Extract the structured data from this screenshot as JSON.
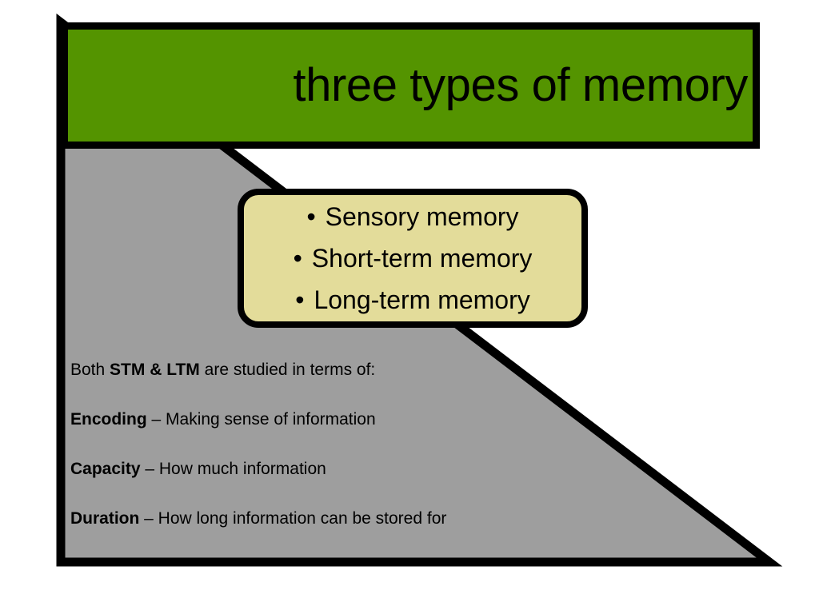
{
  "slide": {
    "background_color": "#ffffff",
    "title": "three types of memory",
    "accent_green": "#549400",
    "triangle_gray": "#9e9e9e",
    "callout_khaki": "#e3dc9a",
    "outline_black": "#000000"
  },
  "callout": {
    "bullet_glyph": "•",
    "items": [
      "Sensory memory",
      "Short-term memory",
      "Long-term memory"
    ]
  },
  "body": {
    "lines": [
      {
        "lead": "Both ",
        "bold": "STM & LTM",
        "rest": " are studied in terms of:"
      },
      {
        "lead": "",
        "bold": "Encoding",
        "rest": " – Making sense of information"
      },
      {
        "lead": "",
        "bold": "Capacity",
        "rest": " – How much information"
      },
      {
        "lead": "",
        "bold": "Duration",
        "rest": " – How long information can be stored for"
      }
    ]
  }
}
